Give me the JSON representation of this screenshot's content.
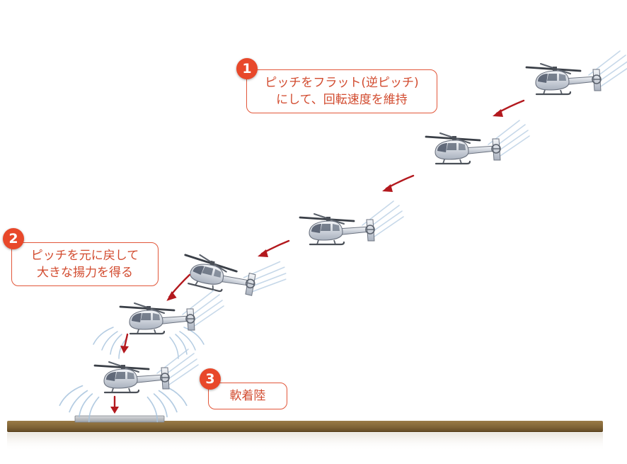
{
  "steps": [
    {
      "number": "1",
      "lines": [
        "ピッチをフラット(逆ピッチ)",
        "にして、回転速度を維持"
      ]
    },
    {
      "number": "2",
      "lines": [
        "ピッチを元に戻して",
        "大きな揚力を得る"
      ]
    },
    {
      "number": "3",
      "lines": [
        "軟着陸"
      ]
    }
  ],
  "colors": {
    "accent": "#e8482a",
    "callout_border": "#e2573a",
    "callout_text": "#d24b2f",
    "arrow": "#b3191e",
    "ground": "#8b6d3c",
    "helicopter_body": "#dfe3ea",
    "downwash": "#a8c4de"
  },
  "icons": [
    "helicopter-icon",
    "motion-arrow-icon",
    "downwash-icon",
    "landing-pad-icon",
    "ground-strip"
  ]
}
